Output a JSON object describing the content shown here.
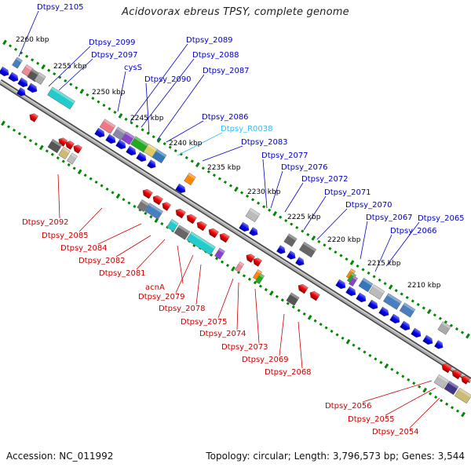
{
  "title": "Acidovorax ebreus TPSY, complete genome",
  "footer": {
    "accession": "Accession: NC_011992",
    "topology": "Topology: circular; Length: 3,796,573 bp; Genes: 3,544"
  },
  "colors": {
    "forward_label": "#0000cc",
    "reverse_label": "#cc0000",
    "rna_label": "#33bbff",
    "tick": "#008800",
    "axis": "#888888",
    "forward_gene": "#0000ee",
    "reverse_gene": "#ee0000"
  },
  "scale_labels": [
    "2260 kbp",
    "2255 kbp",
    "2250 kbp",
    "2245 kbp",
    "2240 kbp",
    "2235 kbp",
    "2230 kbp",
    "2225 kbp",
    "2220 kbp",
    "2215 kbp",
    "2210 kbp"
  ],
  "forward_labels": [
    "Dtpsy_2105",
    "Dtpsy_2099",
    "Dtpsy_2097",
    "cysS",
    "Dtpsy_2089",
    "Dtpsy_2088",
    "Dtpsy_2090",
    "Dtpsy_2087",
    "Dtpsy_2086",
    "Dtpsy_R0038",
    "Dtpsy_2083",
    "Dtpsy_2077",
    "Dtpsy_2076",
    "Dtpsy_2072",
    "Dtpsy_2071",
    "Dtpsy_2070",
    "Dtpsy_2067",
    "Dtpsy_2065",
    "Dtpsy_2066"
  ],
  "reverse_labels": [
    "Dtpsy_2092",
    "Dtpsy_2085",
    "Dtpsy_2084",
    "Dtpsy_2082",
    "Dtpsy_2081",
    "acnA",
    "Dtpsy_2079",
    "Dtpsy_2078",
    "Dtpsy_2075",
    "Dtpsy_2074",
    "Dtpsy_2073",
    "Dtpsy_2069",
    "Dtpsy_2068",
    "Dtpsy_2056",
    "Dtpsy_2055",
    "Dtpsy_2054"
  ]
}
